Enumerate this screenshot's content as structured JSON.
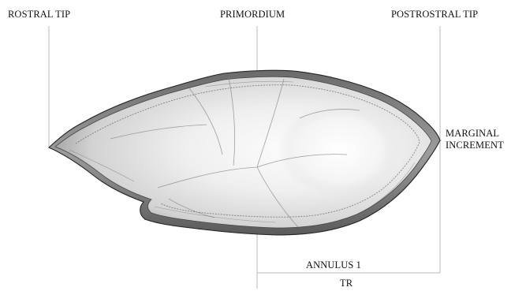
{
  "labels": {
    "rostral_tip": "ROSTRAL TIP",
    "primordium": "PRIMORDIUM",
    "postrostral_tip": "POSTROSTRAL TIP",
    "marginal_increment_line1": "MARGINAL",
    "marginal_increment_line2": "INCREMENT",
    "annulus_1": "ANNULUS 1",
    "tr": "TR"
  },
  "colors": {
    "background": "#ffffff",
    "text": "#111111",
    "leader_lines": "#b5b5b5",
    "otolith_fill": "#eeeeee",
    "otolith_outline": "#2a2a2a",
    "shading_dark": "#9a9a9a"
  }
}
